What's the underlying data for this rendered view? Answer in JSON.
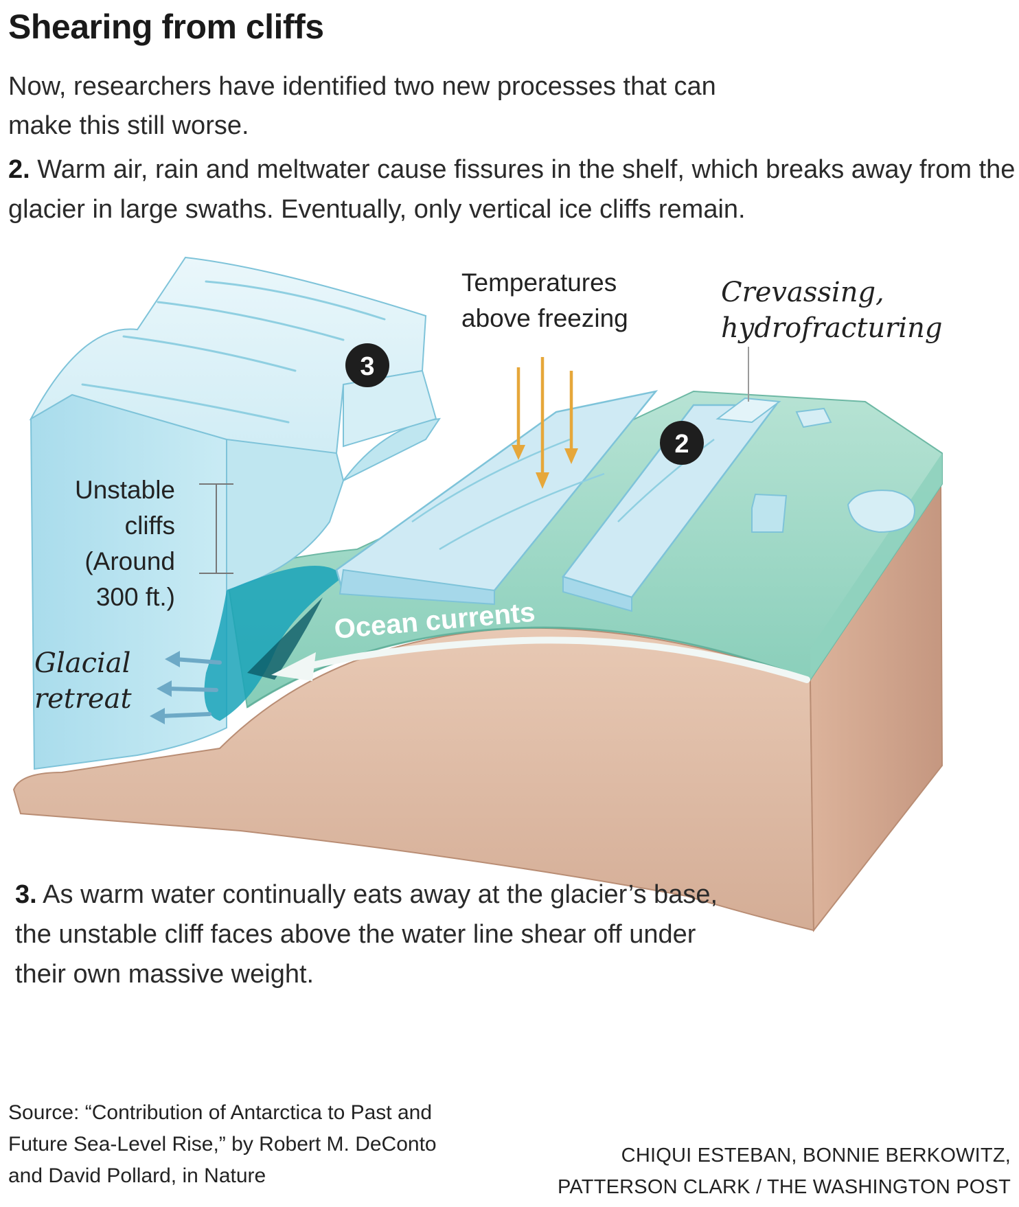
{
  "header": {
    "title": "Shearing from cliffs",
    "intro": "Now, researchers have identified two new processes that can make this still worse."
  },
  "steps": {
    "step2_num": "2.",
    "step2_text": "Warm air, rain and meltwater cause fissures in the shelf, which breaks away from the glacier in large swaths. Eventually, only vertical ice cliffs remain.",
    "step3_num": "3.",
    "step3_text": "As warm water continually eats away at the glacier’s base, the unstable cliff faces above the water line shear off under their own massive weight."
  },
  "labels": {
    "temps_line1": "Temperatures",
    "temps_line2": "above freezing",
    "crev_line1": "Crevassing,",
    "crev_line2": "hydrofracturing",
    "cliffs_line1": "Unstable",
    "cliffs_line2": "cliffs",
    "cliffs_line3": "(Around",
    "cliffs_line4": "300 ft.)",
    "retreat_line1": "Glacial",
    "retreat_line2": "retreat",
    "ocean_currents": "Ocean currents",
    "marker_3": "3",
    "marker_2": "2"
  },
  "footer": {
    "source": "Source: “Contribution of Antarctica to Past and Future Sea-Level Rise,” by Robert M. DeConto and David Pollard, in Nature",
    "credit_line1": "CHIQUI ESTEBAN, BONNIE BERKOWITZ,",
    "credit_line2": "PATTERSON CLARK  / THE WASHINGTON POST"
  },
  "colors": {
    "ice": "#cbe9f2",
    "ice_light": "#e7f6fa",
    "ice_edge": "#7ec3d9",
    "water": "#9fd8c6",
    "water_dark": "#6fc0b0",
    "seabed": "#e1bfa8",
    "seabed_dark": "#c89b82",
    "arrow_orange": "#e6a73a",
    "marker_bg": "#1e1e1e"
  }
}
